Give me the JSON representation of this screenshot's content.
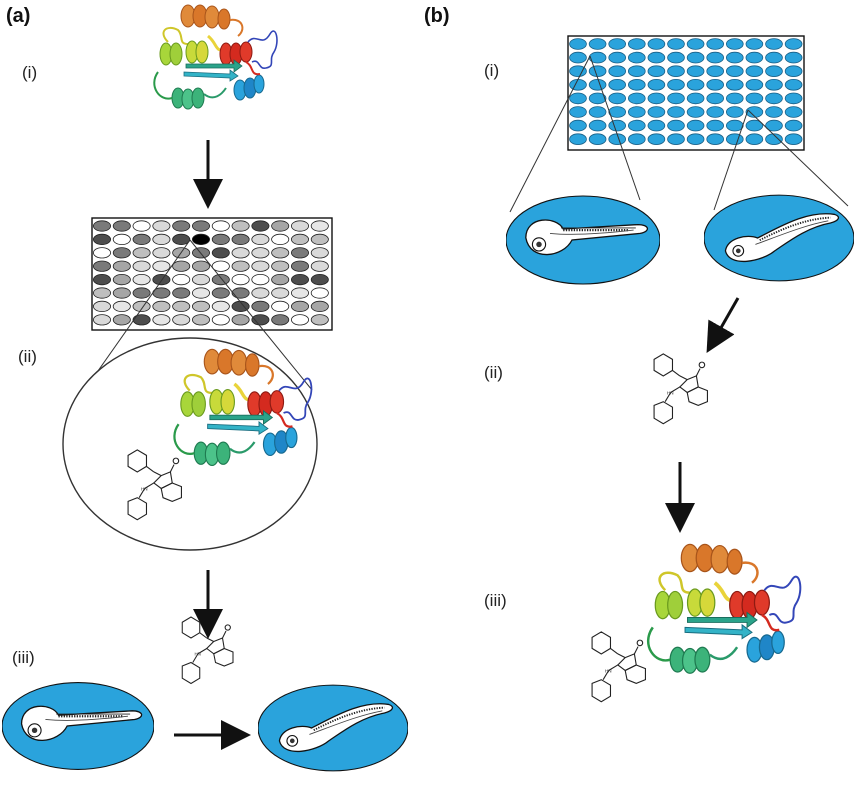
{
  "panels": {
    "a": {
      "label": "(a)",
      "steps": [
        "(i)",
        "(ii)",
        "(iii)"
      ]
    },
    "b": {
      "label": "(b)",
      "steps": [
        "(i)",
        "(ii)",
        "(iii)"
      ]
    }
  },
  "colors": {
    "embryo_blue": "#2aa3dc",
    "well_blue": "#2aa3dc",
    "arrow": "#111111",
    "helix_orange": "#d9772a",
    "helix_red": "#d42a1f",
    "helix_yellow": "#e9d33a",
    "helix_green_yellow": "#9fcf3a",
    "helix_green": "#3cb37a",
    "helix_cyan": "#2aa3dc",
    "loop_blue": "#3346b8"
  },
  "icons": {
    "protein": "protein-ribbon-icon",
    "compound": "indanone-compound-icon",
    "zebrafish_normal": "zebrafish-embryo-normal-icon",
    "zebrafish_phenotype": "zebrafish-embryo-phenotype-icon",
    "well_plate": "96-well-plate-icon"
  }
}
